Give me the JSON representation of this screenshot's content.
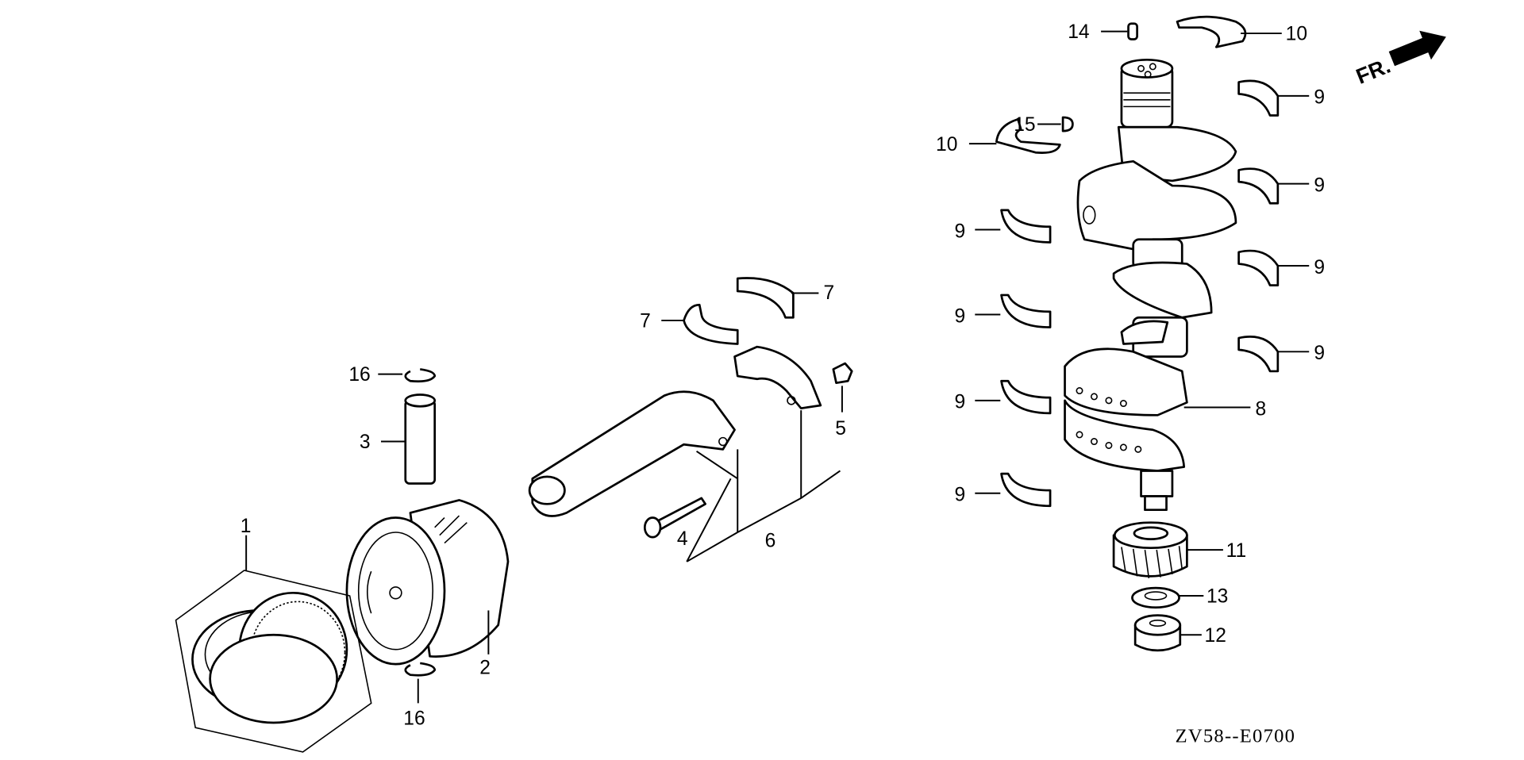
{
  "diagram": {
    "code": "ZV58--E0700",
    "direction_label": "FR.",
    "callouts": {
      "c1": "1",
      "c2": "2",
      "c3": "3",
      "c4": "4",
      "c5": "5",
      "c6": "6",
      "c7a": "7",
      "c7b": "7",
      "c8": "8",
      "c9a": "9",
      "c9b": "9",
      "c9c": "9",
      "c9d": "9",
      "c9e": "9",
      "c9f": "9",
      "c9g": "9",
      "c9h": "9",
      "c10a": "10",
      "c10b": "10",
      "c11": "11",
      "c12": "12",
      "c13": "13",
      "c14": "14",
      "c15": "15",
      "c16a": "16",
      "c16b": "16"
    }
  }
}
